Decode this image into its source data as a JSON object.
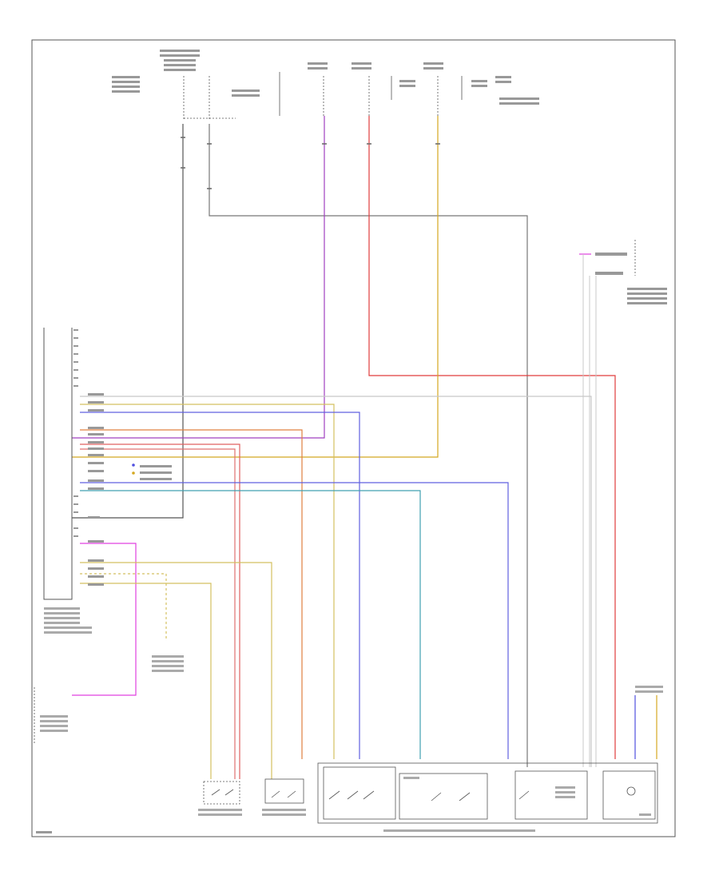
{
  "diagram": {
    "title": "",
    "footer_ref": "",
    "ecu_caption": "",
    "module_caption": ""
  },
  "colors": {
    "frame": "#555555",
    "black": "#333333",
    "gray": "#8a8a8a",
    "violet": "#a040c0",
    "red": "#e03c3c",
    "yellow": "#d4a820",
    "blue": "#5050e0",
    "cyan": "#40a0b0",
    "orange": "#e08040",
    "pink": "#e040e0",
    "white": "#c8c8c8"
  },
  "wires": [
    {
      "name": "wire-ecu-pin-1",
      "color": "white"
    },
    {
      "name": "wire-ecu-pin-2",
      "color": "yellow"
    },
    {
      "name": "wire-ecu-pin-3",
      "color": "blue"
    },
    {
      "name": "wire-ecu-pin-4",
      "color": "orange"
    },
    {
      "name": "wire-ecu-pin-5",
      "color": "violet"
    },
    {
      "name": "wire-ecu-pin-6",
      "color": "red"
    },
    {
      "name": "wire-ecu-pin-7",
      "color": "yellow"
    },
    {
      "name": "wire-ecu-pin-8",
      "color": "blue"
    },
    {
      "name": "wire-ecu-pin-9",
      "color": "cyan"
    },
    {
      "name": "wire-ecu-pin-10",
      "color": "black"
    },
    {
      "name": "wire-ecu-pin-11",
      "color": "pink"
    },
    {
      "name": "wire-ecu-pin-12",
      "color": "yellow"
    },
    {
      "name": "wire-ecu-pin-13",
      "color": "yellow"
    }
  ]
}
